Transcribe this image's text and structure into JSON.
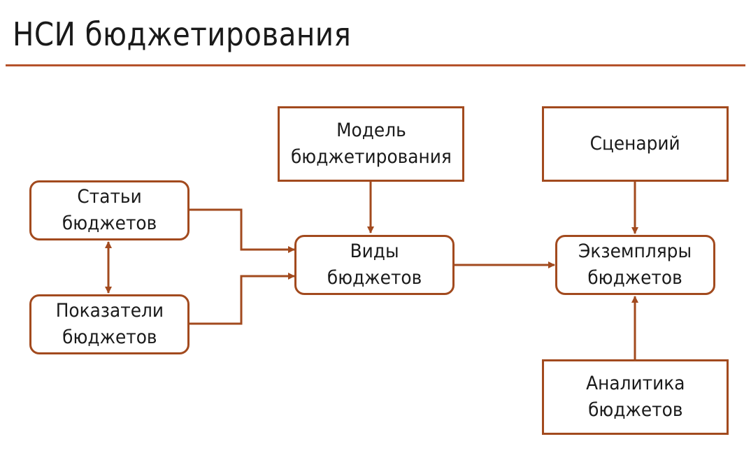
{
  "title": "НСИ бюджетирования",
  "colors": {
    "accent": "#a24a1e",
    "rule": "#b5522a"
  },
  "nodes": {
    "model": {
      "line1": "Модель",
      "line2": "бюджетирования"
    },
    "scenario": {
      "line1": "Сценарий"
    },
    "articles": {
      "line1": "Статьи",
      "line2": "бюджетов"
    },
    "indicators": {
      "line1": "Показатели",
      "line2": "бюджетов"
    },
    "types": {
      "line1": "Виды",
      "line2": "бюджетов"
    },
    "instances": {
      "line1": "Экземпляры",
      "line2": "бюджетов"
    },
    "analytics": {
      "line1": "Аналитика",
      "line2": "бюджетов"
    }
  }
}
